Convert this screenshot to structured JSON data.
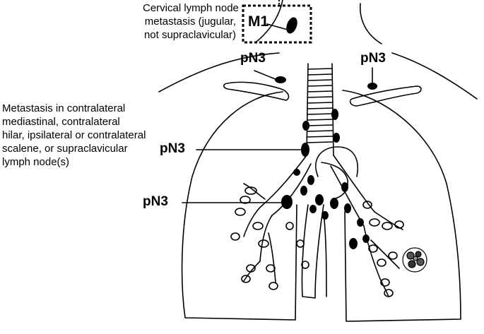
{
  "labels": {
    "cervical": [
      "Cervical lymph node",
      "metastasis (jugular,",
      "not supraclavicular)"
    ],
    "m1": "M1",
    "pn3": "pN3",
    "mediastinal": [
      "Metastasis in contralateral",
      "mediastinal, contralateral",
      "hilar, ipsilateral or contralateral",
      "scalene, or supraclavicular",
      "lymph node(s)"
    ]
  }
}
